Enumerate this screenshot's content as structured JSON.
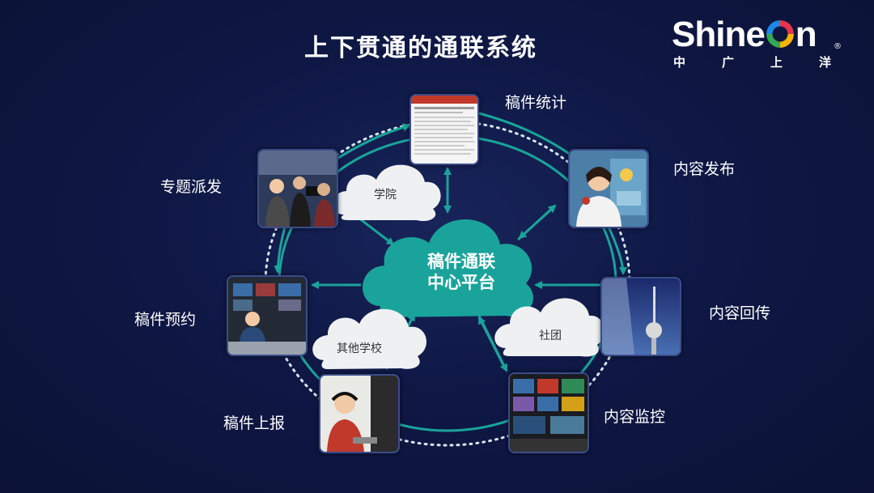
{
  "title": "上下贯通的通联系统",
  "logo": {
    "wordmark": "ShineOn",
    "subtitle_chars": [
      "中",
      "广",
      "上",
      "洋"
    ],
    "registered": "®"
  },
  "center": {
    "line1": "稿件通联",
    "line2": "中心平台"
  },
  "nodes": [
    {
      "label": "稿件统计",
      "photo": "document-photo"
    },
    {
      "label": "内容发布",
      "photo": "news-anchor-photo"
    },
    {
      "label": "内容回传",
      "photo": "tv-tower-photo"
    },
    {
      "label": "内容监控",
      "photo": "monitoring-room-photo"
    },
    {
      "label": "稿件上报",
      "photo": "studio-headset-photo"
    },
    {
      "label": "稿件预约",
      "photo": "control-room-photo"
    },
    {
      "label": "专题派发",
      "photo": "reporters-photo"
    }
  ],
  "clouds": [
    {
      "label": "学院"
    },
    {
      "label": "其他学校"
    },
    {
      "label": "社团"
    }
  ],
  "colors": {
    "background": "#0f1845",
    "teal": "#1aa39a",
    "ring_dots": "#d8e6f0",
    "cloud": "#eef0f2"
  }
}
